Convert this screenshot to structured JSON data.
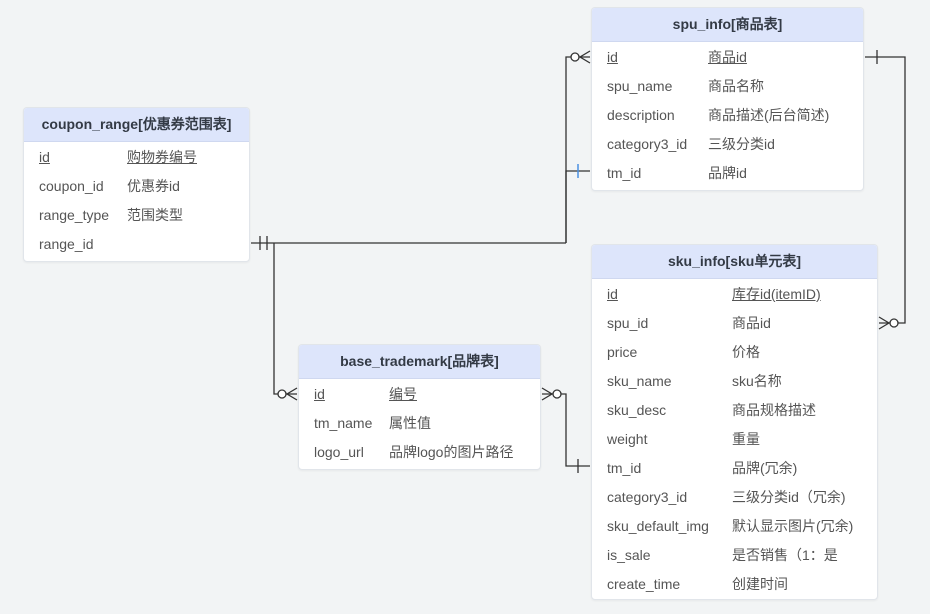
{
  "colors": {
    "background": "#f2f4f5",
    "header": "#dde5fb",
    "line": "#333333",
    "highlight_marker": "#4a90e2"
  },
  "entities": {
    "coupon_range": {
      "title": "coupon_range[优惠券范围表]",
      "rows": [
        {
          "name": "id",
          "desc": "购物券编号",
          "pk": true
        },
        {
          "name": "coupon_id",
          "desc": "优惠券id",
          "pk": false
        },
        {
          "name": "range_type",
          "desc": "范围类型",
          "pk": false
        },
        {
          "name": "range_id",
          "desc": "",
          "pk": false
        }
      ]
    },
    "spu_info": {
      "title": "spu_info[商品表]",
      "rows": [
        {
          "name": "id",
          "desc": "商品id",
          "pk": true
        },
        {
          "name": "spu_name",
          "desc": "商品名称",
          "pk": false
        },
        {
          "name": "description",
          "desc": "商品描述(后台简述)",
          "pk": false
        },
        {
          "name": "category3_id",
          "desc": "三级分类id",
          "pk": false
        },
        {
          "name": "tm_id",
          "desc": "品牌id",
          "pk": false
        }
      ]
    },
    "sku_info": {
      "title": "sku_info[sku单元表]",
      "rows": [
        {
          "name": "id",
          "desc": "库存id(itemID)",
          "pk": true
        },
        {
          "name": "spu_id",
          "desc": "商品id",
          "pk": false
        },
        {
          "name": "price",
          "desc": "价格",
          "pk": false
        },
        {
          "name": "sku_name",
          "desc": "sku名称",
          "pk": false
        },
        {
          "name": "sku_desc",
          "desc": "商品规格描述",
          "pk": false
        },
        {
          "name": "weight",
          "desc": "重量",
          "pk": false
        },
        {
          "name": "tm_id",
          "desc": "品牌(冗余)",
          "pk": false
        },
        {
          "name": "category3_id",
          "desc": "三级分类id（冗余)",
          "pk": false
        },
        {
          "name": "sku_default_img",
          "desc": "默认显示图片(冗余)",
          "pk": false
        },
        {
          "name": "is_sale",
          "desc": "是否销售（1：是",
          "pk": false
        },
        {
          "name": "create_time",
          "desc": "创建时间",
          "pk": false
        }
      ]
    },
    "base_trademark": {
      "title": "base_trademark[品牌表]",
      "rows": [
        {
          "name": "id",
          "desc": "编号",
          "pk": true
        },
        {
          "name": "tm_name",
          "desc": "属性值",
          "pk": false
        },
        {
          "name": "logo_url",
          "desc": "品牌logo的图片路径",
          "pk": false
        }
      ]
    }
  },
  "relationships": [
    {
      "from": "coupon_range.range_id",
      "to": "spu_info.id",
      "from_card": "one",
      "to_card": "zero-or-many"
    },
    {
      "from": "coupon_range.range_id",
      "to": "spu_info.tm_id",
      "from_card": "one",
      "to_card": "one"
    },
    {
      "from": "coupon_range.range_id",
      "to": "base_trademark.id",
      "from_card": "one",
      "to_card": "zero-or-many"
    },
    {
      "from": "sku_info.tm_id",
      "to": "base_trademark.id",
      "from_card": "one",
      "to_card": "zero-or-many"
    },
    {
      "from": "spu_info.id",
      "to": "sku_info.spu_id",
      "from_card": "one",
      "to_card": "zero-or-many"
    }
  ]
}
